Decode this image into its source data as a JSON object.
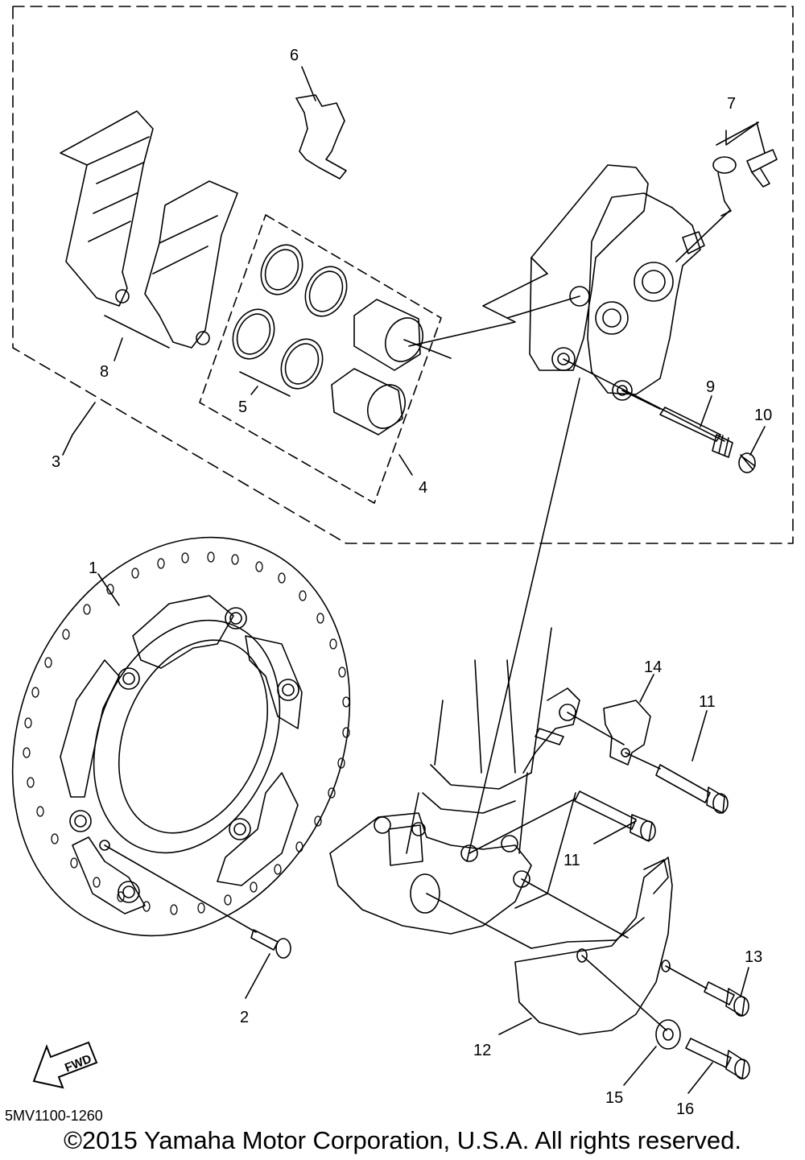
{
  "callouts": [
    "1",
    "2",
    "3",
    "4",
    "5",
    "6",
    "7",
    "8",
    "9",
    "10",
    "11",
    "11",
    "12",
    "13",
    "14",
    "15",
    "16"
  ],
  "fwd_label": "FWD",
  "diagram_code": "5MV1100-1260",
  "copyright": "©2015 Yamaha Motor Corporation, U.S.A. All rights reserved."
}
